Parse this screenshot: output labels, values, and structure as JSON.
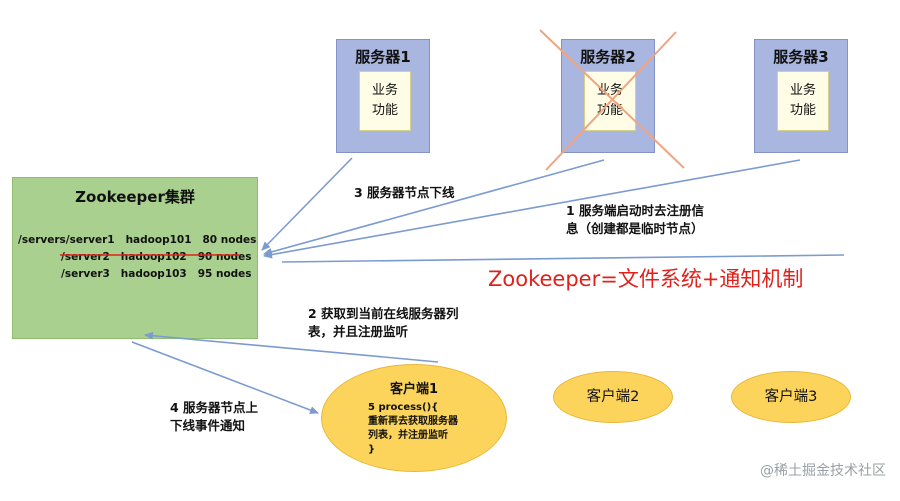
{
  "servers": [
    {
      "title": "服务器1",
      "inner": "业务\n功能"
    },
    {
      "title": "服务器2",
      "inner": "业务\n功能"
    },
    {
      "title": "服务器3",
      "inner": "业务\n功能"
    }
  ],
  "zookeeper": {
    "title": "Zookeeper集群",
    "lines": [
      "/servers/server1   hadoop101   80 nodes",
      "/server2   hadoop102   90 nodes",
      "/server3   hadoop103   95 nodes"
    ]
  },
  "steps": {
    "step1": "1  服务端启动时去注册信\n息（创建都是临时节点）",
    "step2": "2  获取到当前在线服务器列\n表，并且注册监听",
    "step3": "3 服务器节点下线",
    "step4": "4  服务器节点上\n下线事件通知"
  },
  "equation": "Zookeeper=文件系统+通知机制",
  "clients": {
    "client1_title": "客户端1",
    "client1_body": "5 process(){\n重新再去获取服务器\n列表，并注册监听\n}",
    "client2": "客户端2",
    "client3": "客户端3"
  },
  "watermark": "@稀土掘金技术社区",
  "colors": {
    "server_fill": "#a8b6e0",
    "zk_fill": "#a9d08e",
    "client_fill": "#fcd45c",
    "accent_red": "#e0201b",
    "arrow": "#7b9bd0",
    "cross": "#f0a480"
  }
}
